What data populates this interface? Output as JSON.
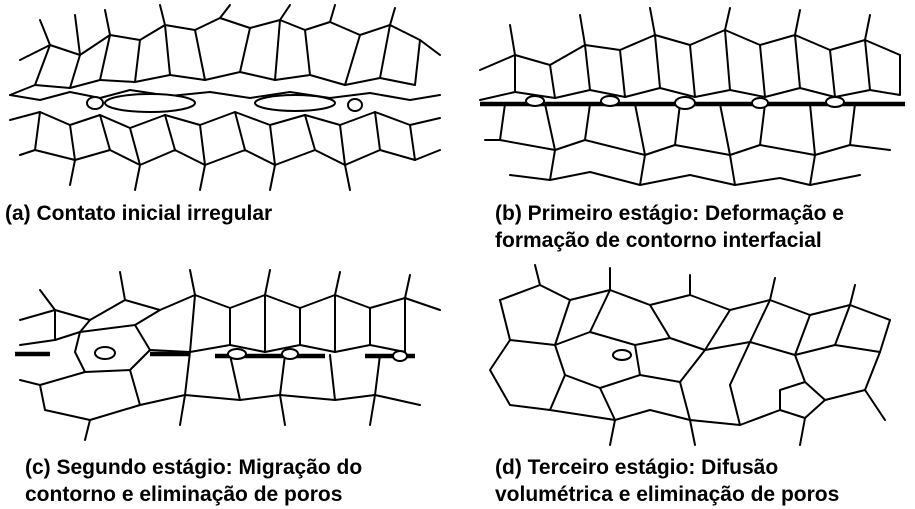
{
  "panels": [
    {
      "id": "a",
      "caption_lines": [
        "(a) Contato inicial irregular"
      ]
    },
    {
      "id": "b",
      "caption_lines": [
        "(b) Primeiro estágio: Deformação e",
        "formação de contorno interfacial"
      ]
    },
    {
      "id": "c",
      "caption_lines": [
        "(c) Segundo estágio: Migração do",
        "contorno e eliminação de poros"
      ]
    },
    {
      "id": "d",
      "caption_lines": [
        "(d) Terceiro estágio: Difusão",
        "volumétrica e eliminação de poros"
      ]
    }
  ]
}
